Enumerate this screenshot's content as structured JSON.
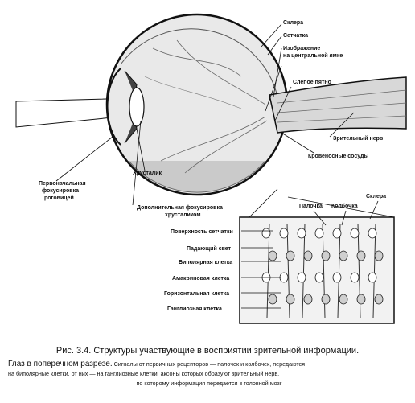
{
  "labels": {
    "sclera": "Склера",
    "retina": "Сетчатка",
    "image_line1": "Изображение",
    "image_line2": "на центральной ямке",
    "blind_spot": "Слепое пятно",
    "optic_nerve": "Зрительный нерв",
    "blood_vessels": "Кровеносные сосуды",
    "lens": "Хрусталик",
    "primary_focus_line1": "Первоначальная",
    "primary_focus_line2": "фокусировка",
    "primary_focus_line3": "роговицей",
    "extra_focus_line1": "Дополнительная фокусировка",
    "extra_focus_line2": "хрусталиком",
    "rod": "Палочка",
    "cone": "Колбочка",
    "sclera2": "Склера",
    "retina_surface": "Поверхность сетчатки",
    "incident_light": "Падающий свет",
    "bipolar": "Биполярная клетка",
    "amacrine": "Амакриновая клетка",
    "horizontal": "Горизонтальная клетка",
    "ganglion": "Ганглиозная клетка"
  },
  "caption": {
    "title": "Рис. 3.4. Структуры участвующие в восприятии зрительной информации.",
    "lead": "Глаз в поперечном разрезе.",
    "text_line1": "Сигналы от первичных рецепторов — палочек и колбочек, передаются",
    "text_line2": "на биполярные клетки, от них — на ганглиозные клетки, аксоны которых образуют зрительный нерв,",
    "text_line3": "по которому информация передается в головной мозг"
  },
  "colors": {
    "ink": "#111111",
    "paper": "#ffffff",
    "shade": "#9a9a9a"
  }
}
